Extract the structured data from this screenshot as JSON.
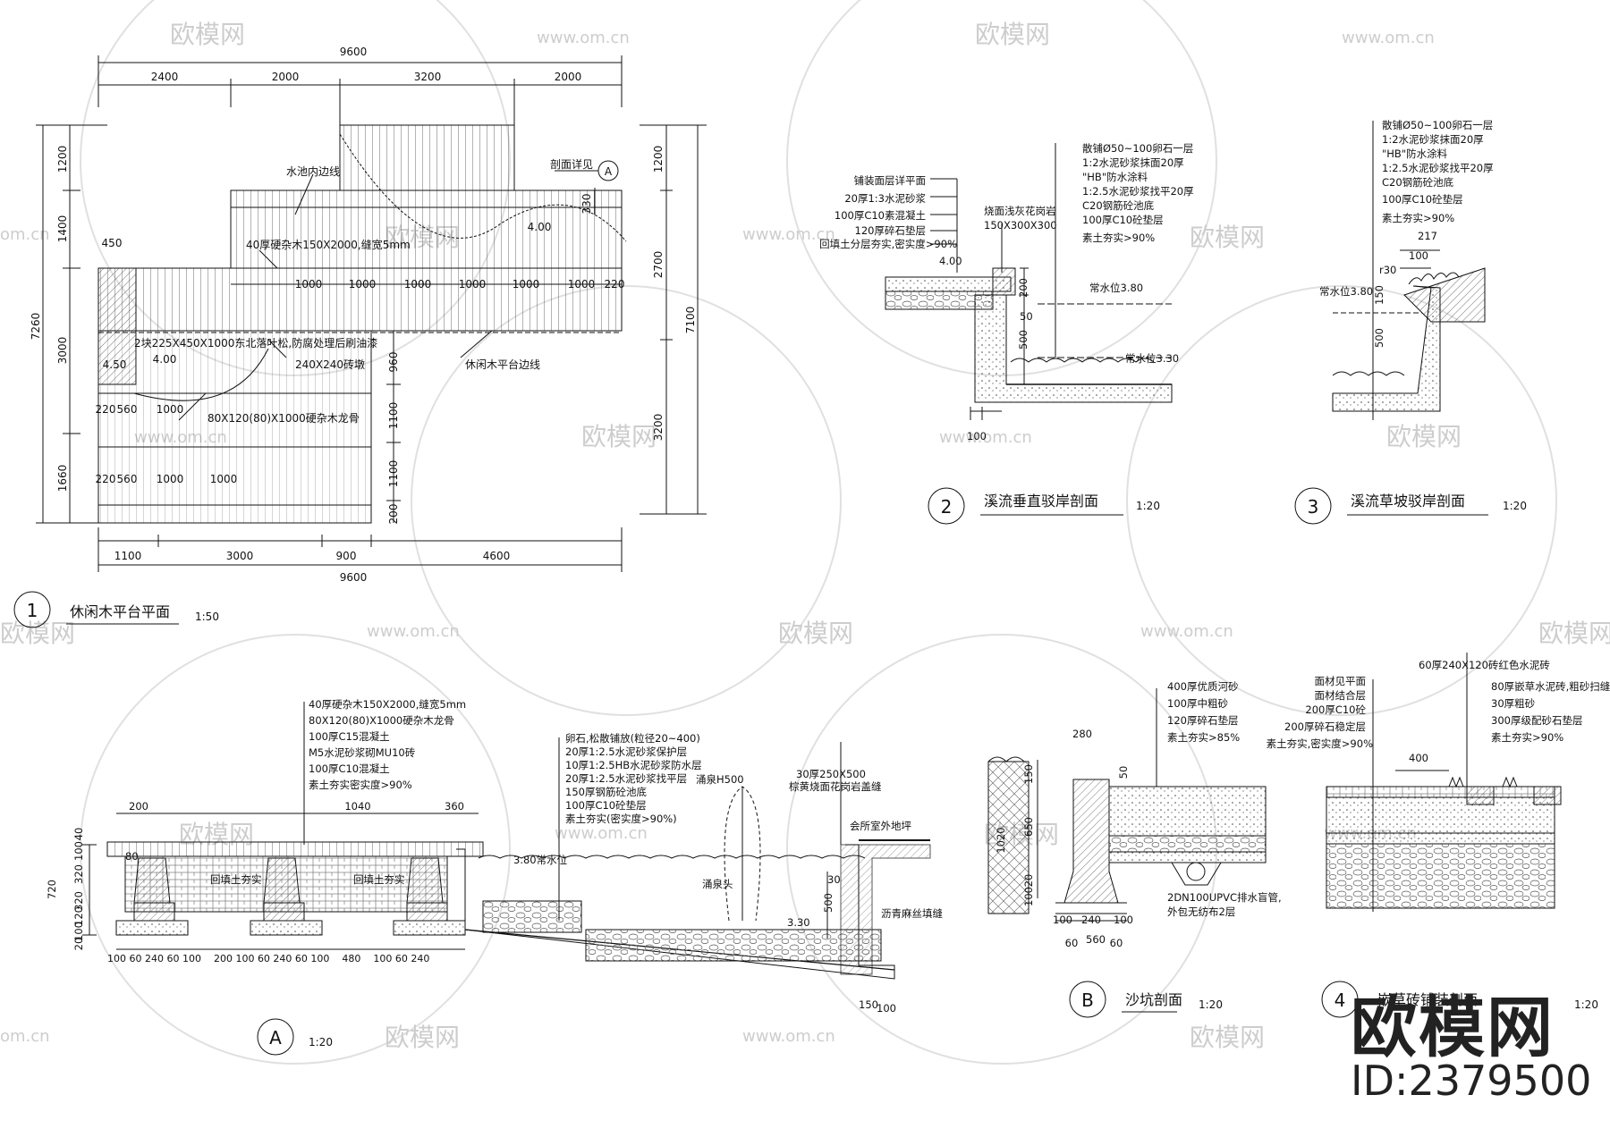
{
  "watermark": {
    "brand": "欧模网",
    "url": "www.om.cn",
    "partial_url": "om.cn"
  },
  "logo": {
    "brand": "欧模网",
    "id": "ID:2379500"
  },
  "plan": {
    "title_num": "1",
    "title": "休闲木平台平面",
    "scale": "1:50",
    "top_total": "9600",
    "top_segs": [
      "2400",
      "2000",
      "3200",
      "2000"
    ],
    "bottom_segs": [
      "1100",
      "3000",
      "900",
      "4600"
    ],
    "bottom_total": "9600",
    "left_total": "7260",
    "left_segs": [
      "1200",
      "1400",
      "3000",
      "1660"
    ],
    "right_segs": [
      "1200",
      "2700",
      "3200"
    ],
    "right_total": "7100",
    "inner_right": [
      "960",
      "1100",
      "1100",
      "200"
    ],
    "row1": [
      "1000",
      "1000",
      "1000",
      "1000",
      "1000",
      "1000",
      "220"
    ],
    "row2": [
      "220",
      "560",
      "1000"
    ],
    "row3": [
      "220",
      "560",
      "1000",
      "1000"
    ],
    "dim_450": "450",
    "dim_330": "330",
    "elev_400": "4.00",
    "elev_450": "4.50",
    "elev_400b": "4.00",
    "lbl_pool": "水池内边线",
    "lbl_section": "剖面详见",
    "lbl_sectionA": "A",
    "lbl_deck": "40厚硬杂木150X2000,缝宽5mm",
    "lbl_sleeper": "2块225X450X1000东北落叶松,防腐处理后刷油漆",
    "lbl_pier": "240X240砖墩",
    "lbl_edge": "休闲木平台边线",
    "lbl_joist": "80X120(80)X1000硬杂木龙骨"
  },
  "sec2": {
    "title_num": "2",
    "title": "溪流垂直驳岸剖面",
    "scale": "1:20",
    "left_notes": [
      "铺装面层详平面",
      "20厚1:3水泥砂浆",
      "100厚C10素混凝土",
      "120厚碎石垫层",
      "回填土分层夯实,密实度>90%"
    ],
    "stone_note": [
      "烧面浅灰花岗岩",
      "150X300X300"
    ],
    "right_notes": [
      "散铺Ø50~100卵石一层",
      "1:2水泥砂浆抹面20厚",
      "\"HB\"防水涂料",
      "1:2.5水泥砂浆找平20厚",
      "C20钢筋砼池底",
      "100厚C10砼垫层",
      "素土夯实>90%"
    ],
    "elev": "4.00",
    "water": "常水位3.80",
    "water2": "常水位3.30",
    "d200": "200",
    "d50": "50",
    "d500": "500",
    "d100": "100"
  },
  "sec3": {
    "title_num": "3",
    "title": "溪流草坡驳岸剖面",
    "scale": "1:20",
    "notes": [
      "散铺Ø50~100卵石一层",
      "1:2水泥砂浆抹面20厚",
      "\"HB\"防水涂料",
      "1:2.5水泥砂浆找平20厚",
      "C20钢筋砼池底",
      "100厚C10砼垫层",
      "素土夯实>90%"
    ],
    "d217": "217",
    "d100": "100",
    "r30": "r30",
    "d150": "150",
    "d500": "500",
    "water": "常水位3.80"
  },
  "secA": {
    "title_num": "A",
    "scale": "1:20",
    "notes_left": [
      "40厚硬杂木150X2000,缝宽5mm",
      "80X120(80)X1000硬杂木龙骨",
      "100厚C15混凝土",
      "M5水泥砂浆砌MU10砖",
      "100厚C10混凝土",
      "素土夯实密实度>90%"
    ],
    "notes_right": [
      "卵石,松散铺放(粒径20~400)",
      "20厚1:2.5水泥砂浆保护层",
      "10厚1:2.5HB水泥砂浆防水层",
      "20厚1:2.5水泥砂浆找平层",
      "150厚钢筋砼池底",
      "100厚C10砼垫层",
      "素土夯实(密实度>90%)"
    ],
    "fountain": "涌泉H500",
    "fountain_head": "涌泉头",
    "stone_note": [
      "30厚250X500",
      "棕黄烧面花岗岩盖缝"
    ],
    "lawn": "会所室外地坪",
    "asphalt": "沥青麻丝填缝",
    "water": "3.80常水位",
    "fill1": "回填土夯实",
    "fill2": "回填土夯实",
    "top_dims": [
      "200",
      "1040",
      "360"
    ],
    "d80": "80",
    "left_dims": [
      "720",
      "40",
      "100",
      "320",
      "320",
      "120",
      "100",
      "20"
    ],
    "bottom_dims": "100 60 240 60 100    200 100 60 240 60 100    480    100 60 240",
    "d500": "500",
    "d30": "30",
    "elev": "3.30",
    "d150": "150",
    "d100": "100"
  },
  "secB": {
    "title_num": "B",
    "title": "沙坑剖面",
    "scale": "1:20",
    "notes": [
      "400厚优质河砂",
      "100厚中粗砂",
      "120厚碎石垫层",
      "素土夯实>85%"
    ],
    "d280": "280",
    "d150": "150",
    "d50": "50",
    "d1020": "1020",
    "d650": "650",
    "d20": "20",
    "d100": "100",
    "pipe": [
      "2DN100UPVC排水盲管,",
      "外包无纺布2层"
    ],
    "bottom1": [
      "100",
      "240",
      "100"
    ],
    "bottom2": [
      "60",
      "560",
      "60"
    ]
  },
  "sec4": {
    "title_num": "4",
    "title": "嵌草砖铺装剖面",
    "scale": "1:20",
    "top_note": "60厚240X120砖红色水泥砖",
    "left_notes": [
      "面材见平面",
      "面材结合层",
      "200厚C10砼",
      "200厚碎石稳定层",
      "素土夯实,密实度>90%"
    ],
    "right_notes": [
      "80厚嵌草水泥砖,粗砂扫缝",
      "30厚粗砂",
      "300厚级配砂石垫层",
      "素土夯实>90%"
    ],
    "d400": "400"
  }
}
